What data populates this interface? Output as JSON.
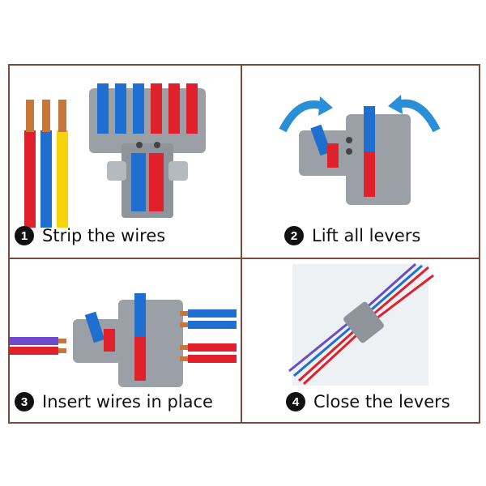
{
  "colors": {
    "border": "#7a4a3a",
    "red": "#e0212b",
    "blue": "#1f6fd1",
    "yellow": "#f7d40a",
    "housing": "#9aa0a6",
    "arrow": "#2b8fd8"
  },
  "steps": [
    {
      "number": "1",
      "text": "Strip the wires"
    },
    {
      "number": "2",
      "text": "Lift all levers"
    },
    {
      "number": "3",
      "text": "Insert wires in place"
    },
    {
      "number": "4",
      "text": "Close the levers"
    }
  ]
}
